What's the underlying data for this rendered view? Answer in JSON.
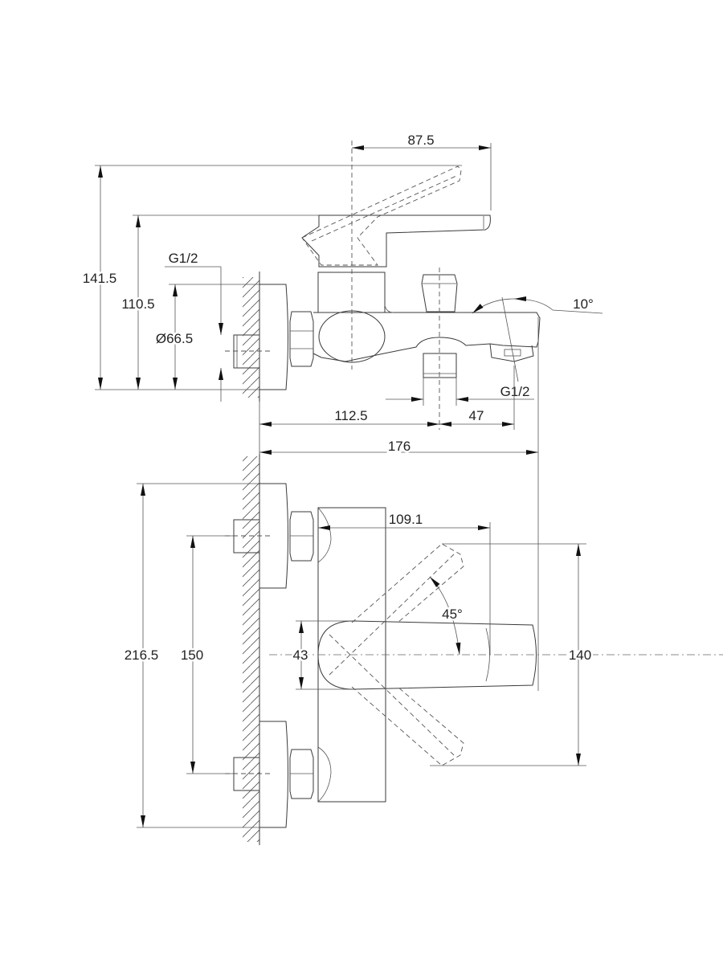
{
  "drawing": {
    "side_view": {
      "dim_spout_reach": "87.5",
      "dim_total_height": "141.5",
      "dim_handle_height": "110.5",
      "dim_inlet_thread": "G1/2",
      "dim_escutcheon_diameter": "Ø66.5",
      "dim_spout_angle": "10°",
      "dim_outlet_thread": "G1/2",
      "dim_wall_to_outlet": "112.5",
      "dim_outlet_to_spout": "47",
      "dim_total_depth": "176"
    },
    "top_view": {
      "dim_handle_reach": "109.1",
      "dim_handle_rotation": "45°",
      "dim_overall_width": "216.5",
      "dim_inlet_spacing": "150",
      "dim_handle_width": "43",
      "dim_handle_sweep": "140"
    }
  }
}
